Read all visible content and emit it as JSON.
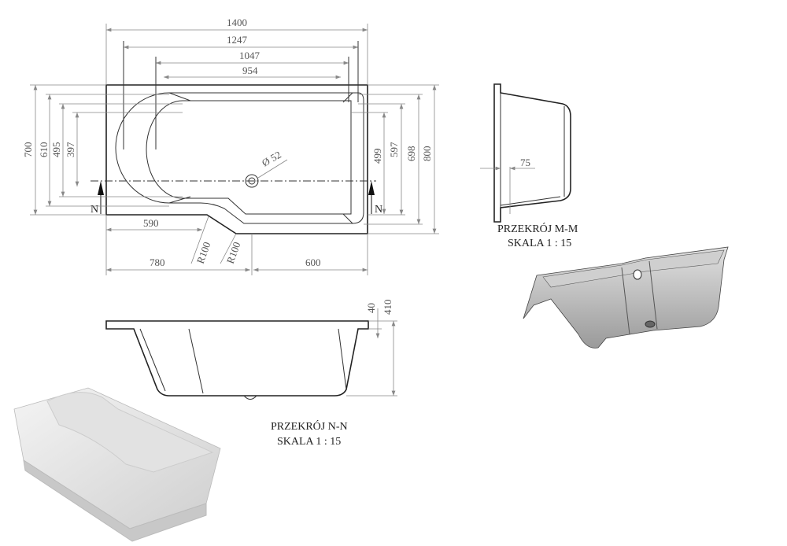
{
  "top_view": {
    "horizontal_dims": [
      "1400",
      "1247",
      "1047",
      "954"
    ],
    "left_dims": [
      "700",
      "610",
      "495",
      "397"
    ],
    "right_dims": [
      "499",
      "597",
      "698",
      "800"
    ],
    "bottom_dims": [
      "590",
      "780",
      "600"
    ],
    "radius_labels": [
      "R100",
      "R100"
    ],
    "drain_label": "Ø 52",
    "section_markers": [
      "N",
      "N"
    ]
  },
  "section_nn": {
    "height_dims": [
      "40",
      "410"
    ],
    "title": "PRZEKRÓJ N-N",
    "scale": "SKALA 1 : 15"
  },
  "section_mm": {
    "dim": "75",
    "title": "PRZEKRÓJ M-M",
    "scale": "SKALA 1 : 15"
  },
  "colors": {
    "line": "#222222",
    "dimension": "#888888",
    "render": "#d9d9d9"
  }
}
